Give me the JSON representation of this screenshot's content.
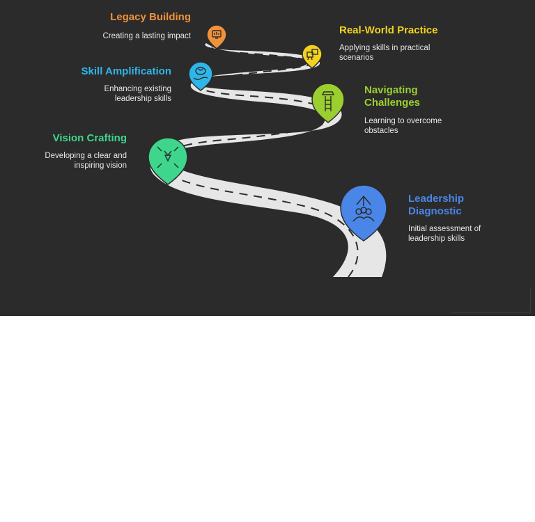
{
  "steps": {
    "legacy": {
      "title": "Legacy Building",
      "description": "Creating a lasting impact",
      "color": "#f0923a",
      "icon": "monitor-chart-icon"
    },
    "realworld": {
      "title": "Real-World Practice",
      "description": "Applying skills in practical scenarios",
      "color": "#f2d21e",
      "icon": "practice-boards-icon"
    },
    "skillamp": {
      "title": "Skill Amplification",
      "description": "Enhancing existing leadership skills",
      "color": "#2eb6e8",
      "icon": "hand-brain-icon"
    },
    "navigating": {
      "title": "Navigating Challenges",
      "description": "Learning to overcome obstacles",
      "color": "#9bcf2f",
      "icon": "ladder-icon"
    },
    "vision": {
      "title": "Vision Crafting",
      "description": "Developing a clear and inspiring vision",
      "color": "#3dd68c",
      "icon": "focus-arrows-icon"
    },
    "diagnostic": {
      "title": "Leadership Diagnostic",
      "description": "Initial assessment of leadership skills",
      "color": "#4a86e8",
      "icon": "team-growth-icon"
    }
  },
  "colors": {
    "background": "#2b2b2b",
    "road": "#e6e6e6",
    "road_dash": "#2b2b2b"
  }
}
